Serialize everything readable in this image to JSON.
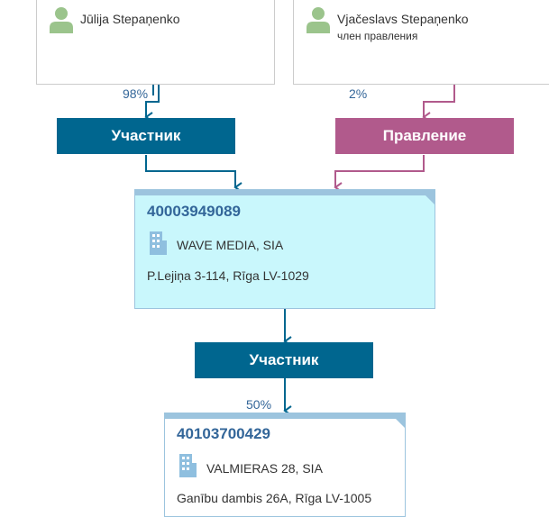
{
  "persons": [
    {
      "name": "Jūlija Stepaņenko",
      "role": ""
    },
    {
      "name": "Vjačeslavs Stepaņenko",
      "role": "член правления"
    }
  ],
  "roles": {
    "participant_top": "Участник",
    "board": "Правление",
    "participant_bottom": "Участник"
  },
  "shares": {
    "julija": "98%",
    "vjaceslavs": "2%",
    "valmieras": "50%"
  },
  "companies": [
    {
      "reg_no": "40003949089",
      "name": "WAVE MEDIA, SIA",
      "address": "P.Lejiņa 3-114, Rīga LV-1029"
    },
    {
      "reg_no": "40103700429",
      "name": "VALMIERAS 28, SIA",
      "address": "Ganību dambis 26A, Rīga LV-1005"
    }
  ],
  "colors": {
    "participant": "#00668f",
    "board": "#b15a8c",
    "company_bg": "#c9f7fc",
    "company_border": "#9cc4de",
    "share_text": "#336699",
    "person_icon": "#9bc48c",
    "building_icon": "#8fbfdf"
  },
  "icons": {
    "person": "person-icon",
    "building": "building-icon"
  }
}
